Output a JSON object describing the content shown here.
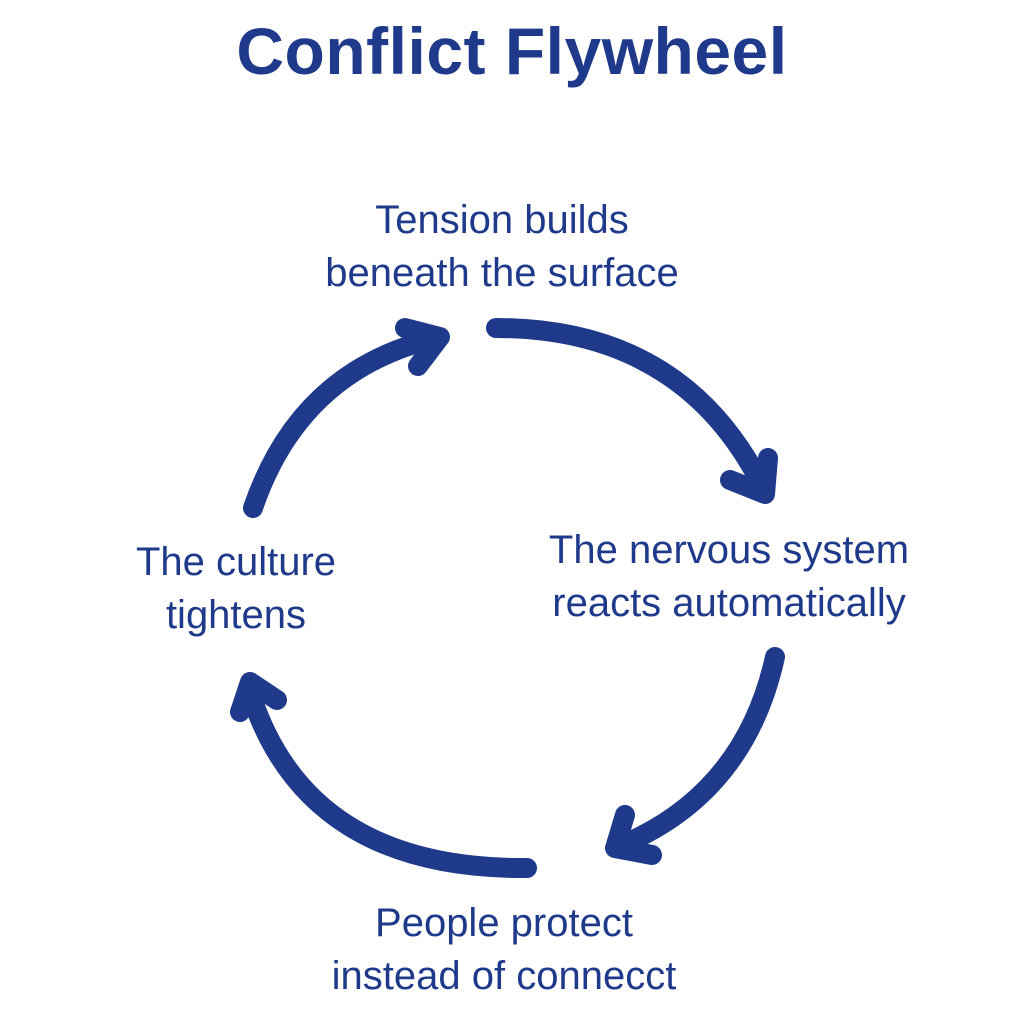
{
  "diagram": {
    "title": "Conflict Flywheel",
    "accent_color": "#1f3a8a",
    "nodes": [
      {
        "line1": "Tension builds",
        "line2": "beneath the surface"
      },
      {
        "line1": "The nervous system",
        "line2": "reacts automatically"
      },
      {
        "line1": "People protect",
        "line2": "instead of connecct"
      },
      {
        "line1": "The culture",
        "line2": "tightens"
      }
    ],
    "arrows": [
      {
        "from": "Tension builds beneath the surface",
        "to": "The nervous system reacts automatically",
        "direction": "clockwise"
      },
      {
        "from": "The nervous system reacts automatically",
        "to": "People protect instead of connecct",
        "direction": "clockwise"
      },
      {
        "from": "People protect instead of connecct",
        "to": "The culture tightens",
        "direction": "clockwise"
      },
      {
        "from": "The culture tightens",
        "to": "Tension builds beneath the surface",
        "direction": "clockwise"
      }
    ]
  }
}
